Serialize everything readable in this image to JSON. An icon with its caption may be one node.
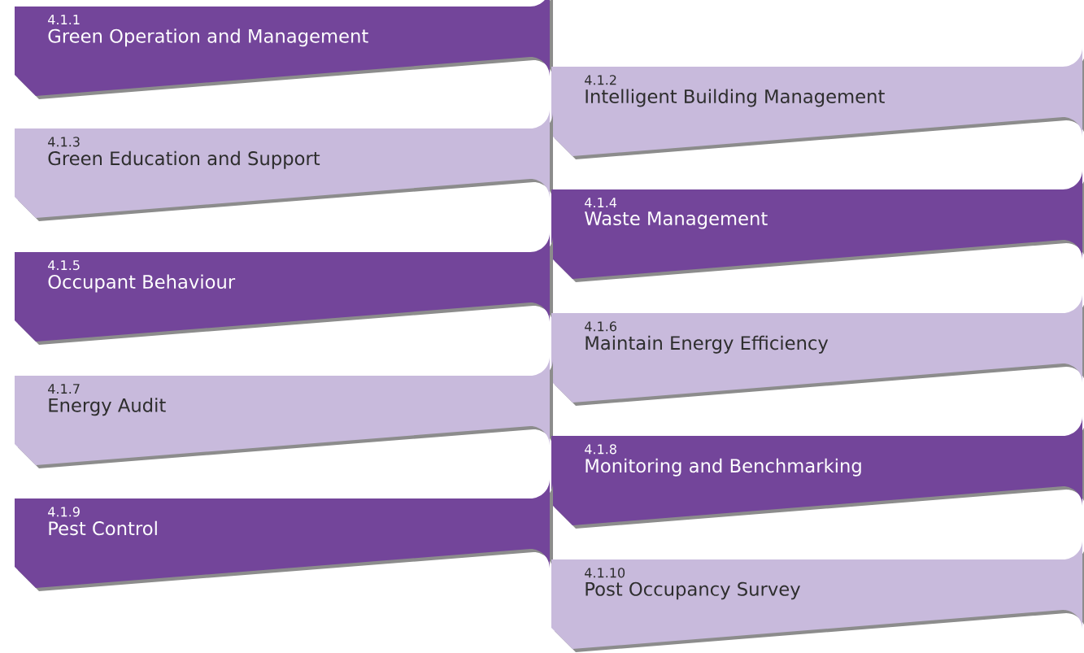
{
  "diagram": {
    "nodes": [
      {
        "text": [
          "4.1.1",
          "Green Operation and Management"
        ]
      },
      {
        "text": [
          "4.1.2",
          "Intelligent Building Management"
        ]
      },
      {
        "text": [
          "4.1.3",
          "Green Education and Support"
        ]
      },
      {
        "text": [
          "4.1.4",
          "Waste Management"
        ]
      },
      {
        "text": [
          "4.1.5",
          "Occupant Behaviour"
        ]
      },
      {
        "text": [
          "4.1.6",
          "Maintain Energy Efficiency"
        ]
      },
      {
        "text": [
          "4.1.7",
          "Energy Audit"
        ]
      },
      {
        "text": [
          "4.1.8",
          "Monitoring and Benchmarking"
        ]
      },
      {
        "text": [
          "4.1.9",
          "Pest Control"
        ]
      },
      {
        "text": [
          "4.1.10",
          "Post Occupancy Survey"
        ]
      }
    ]
  }
}
